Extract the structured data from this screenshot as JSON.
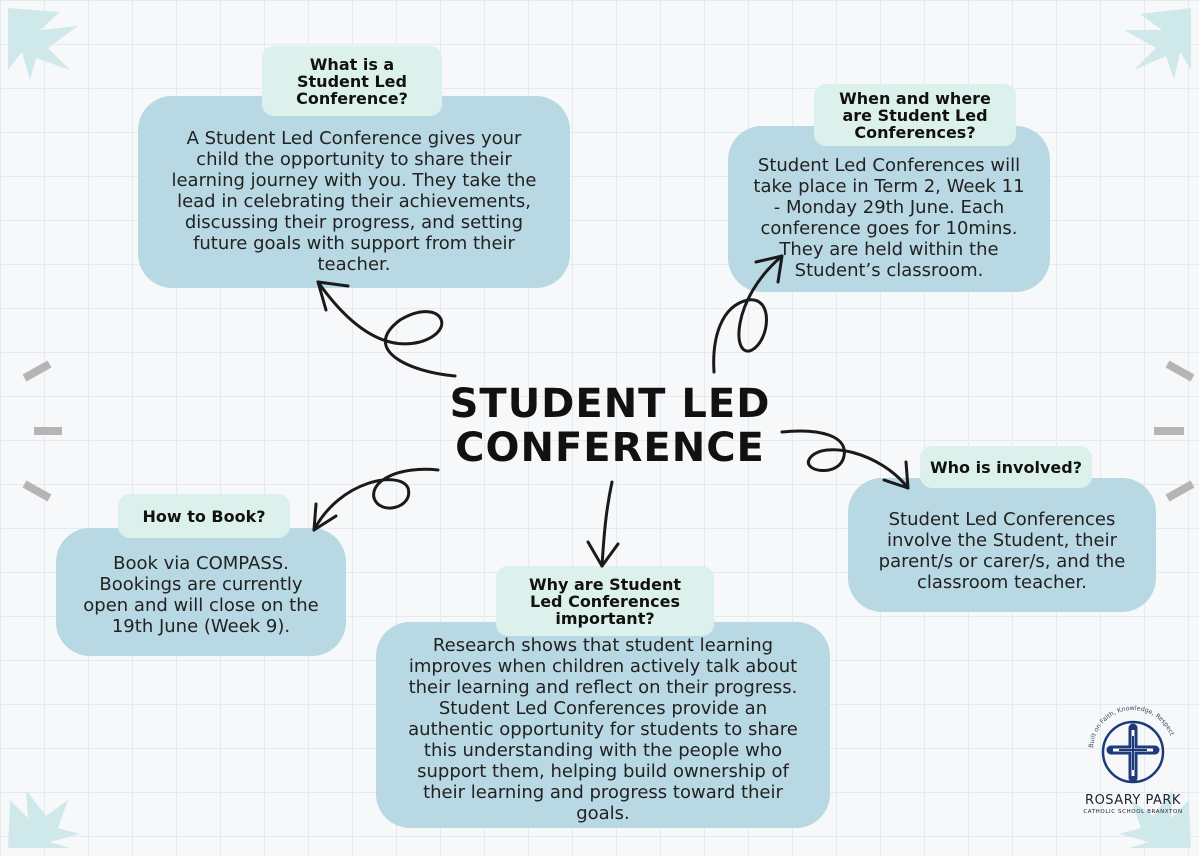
{
  "title": "STUDENT LED CONFERENCE",
  "sections": {
    "what": {
      "heading": "What is a Student Led Conference?",
      "body": "A Student Led Conference gives your child the opportunity to share their learning journey with you. They take the lead in celebrating their achievements, discussing their progress, and setting future goals with support from their teacher."
    },
    "when": {
      "heading": "When and where are Student Led Conferences?",
      "body": "Student Led Conferences will take place in Term 2, Week 11 - Monday 29th June. Each conference goes for 10mins. They are held within the Student’s classroom."
    },
    "who": {
      "heading": "Who is involved?",
      "body": "Student Led Conferences involve the Student, their parent/s or carer/s, and the classroom teacher."
    },
    "book": {
      "heading": "How to Book?",
      "body": "Book via COMPASS. Bookings are currently open and will close on the 19th June (Week 9)."
    },
    "why": {
      "heading": "Why are Student Led Conferences important?",
      "body": "Research shows that student learning improves when children actively talk about their learning and reflect on their progress. Student Led Conferences provide an authentic opportunity for students to share this understanding with the people who support them, helping build ownership of their learning and progress toward their goals."
    }
  },
  "logo": {
    "motto": "Built on Faith, Knowledge, Respect",
    "name": "ROSARY PARK",
    "subtitle": "CATHOLIC SCHOOL BRANXTON"
  },
  "colors": {
    "card": "#b8d8e3",
    "tag": "#ddf1ec",
    "text": "#1c1c1c"
  }
}
